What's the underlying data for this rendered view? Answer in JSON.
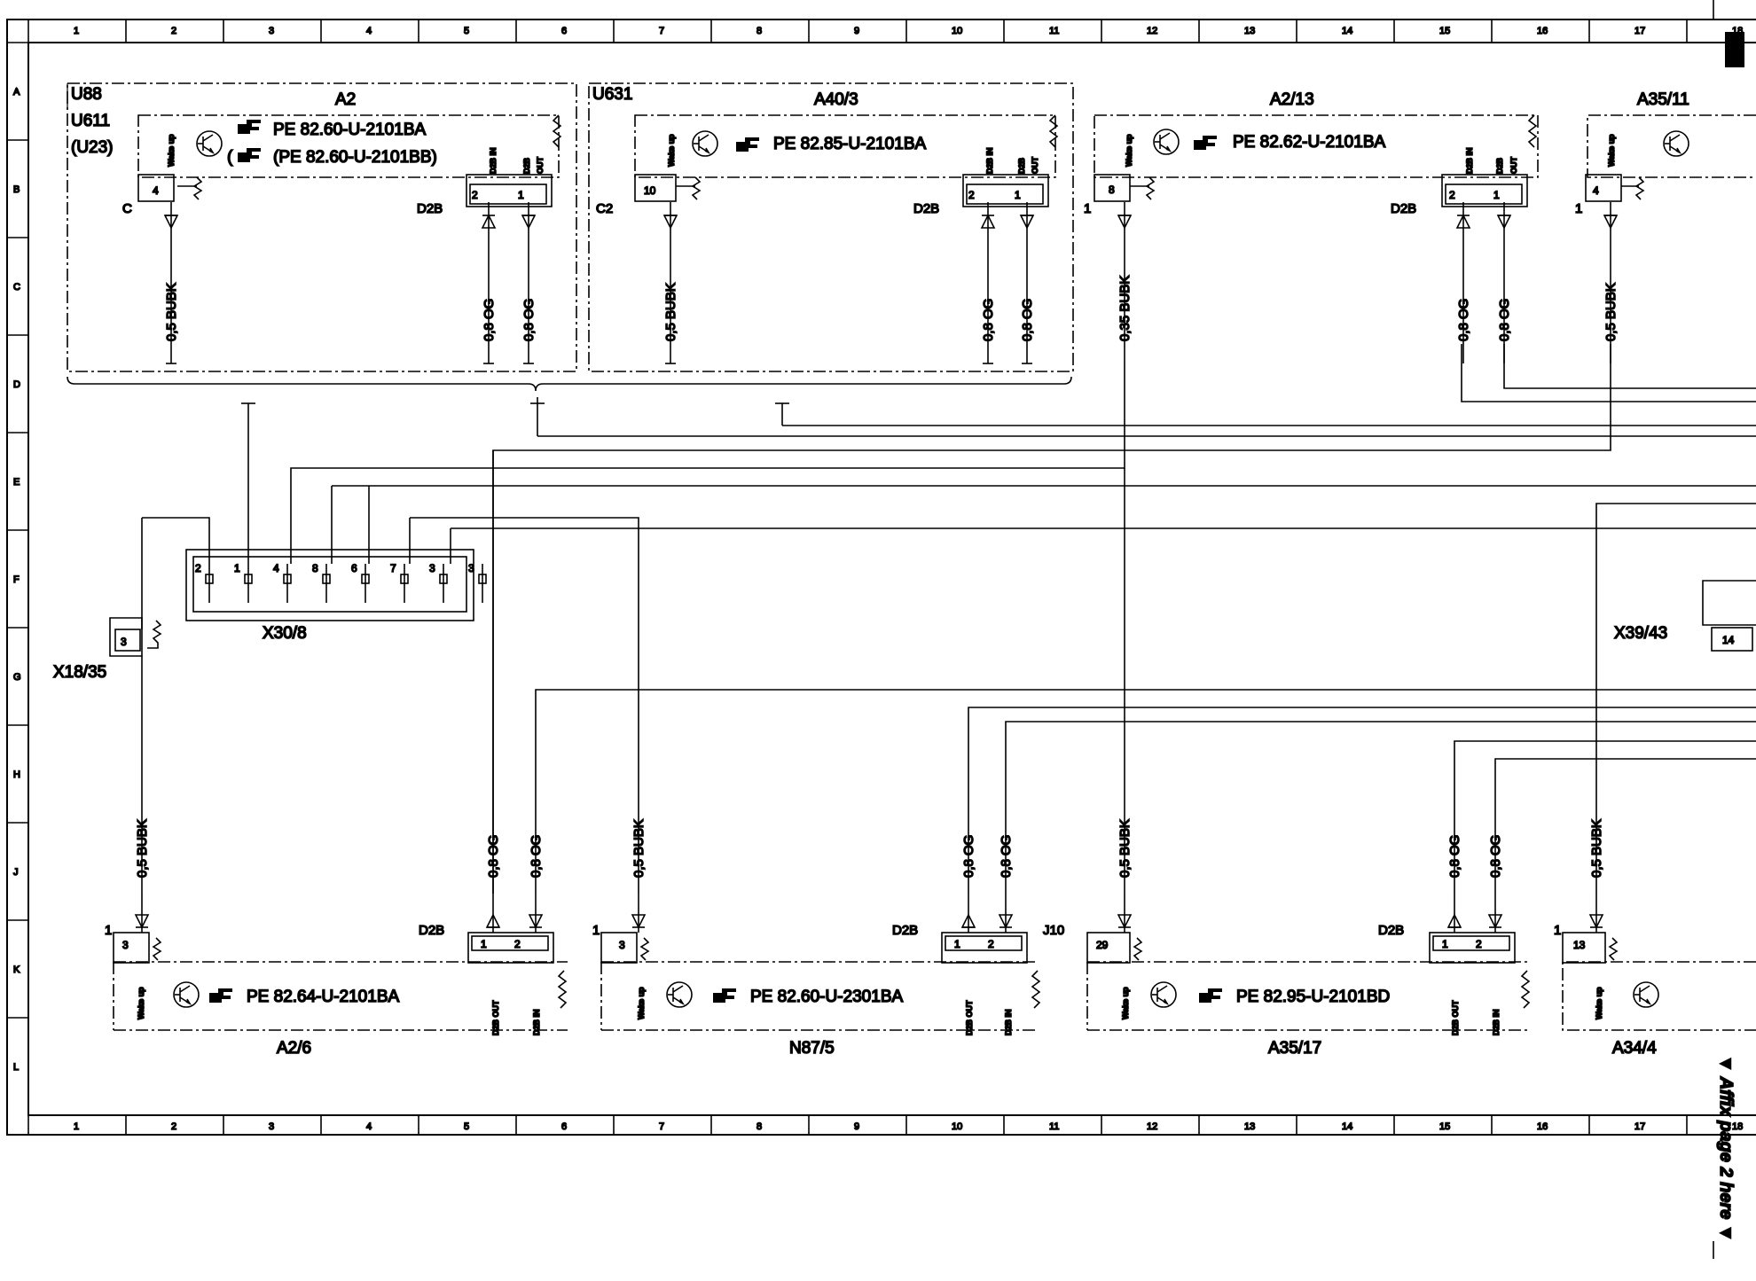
{
  "frame": {
    "column_numbers": [
      "1",
      "2",
      "3",
      "4",
      "5",
      "6",
      "7",
      "8",
      "9",
      "10",
      "11",
      "12",
      "13",
      "14",
      "15",
      "16",
      "17",
      "18"
    ],
    "row_letters": [
      "A",
      "B",
      "C",
      "D",
      "E",
      "F",
      "G",
      "H",
      "J",
      "K",
      "L"
    ]
  },
  "top_modules": [
    {
      "id": "A2",
      "groups": [
        "U88",
        "U611",
        "(U23)"
      ],
      "refs": [
        "PE 82.60-U-2101BA",
        "(PE 82.60-U-2101BB)"
      ],
      "left_pin": "4",
      "left_conn": "C",
      "wakeup": "Wake up",
      "right_conn": "D2B",
      "right_pins": [
        "2",
        "1"
      ],
      "right_labels": [
        "D2B IN",
        "D2B",
        "OUT"
      ]
    },
    {
      "id": "A40/3",
      "groups": [
        "U631"
      ],
      "refs": [
        "PE 82.85-U-2101BA"
      ],
      "left_pin": "10",
      "left_conn": "C2",
      "wakeup": "Wake up",
      "right_conn": "D2B",
      "right_pins": [
        "2",
        "1"
      ],
      "right_labels": [
        "D2B IN",
        "D2B",
        "OUT"
      ]
    },
    {
      "id": "A2/13",
      "refs": [
        "PE 82.62-U-2101BA"
      ],
      "left_pin": "8",
      "left_conn": "1",
      "wakeup": "Wake up",
      "right_conn": "D2B",
      "right_pins": [
        "2",
        "1"
      ],
      "right_labels": [
        "D2B IN",
        "D2B",
        "OUT"
      ]
    },
    {
      "id": "A35/11",
      "refs": [],
      "left_pin": "4",
      "left_conn": "1",
      "wakeup": "Wake up"
    }
  ],
  "top_wires": [
    {
      "label": "0,5 BUBK"
    },
    {
      "label": "0,8 OG"
    },
    {
      "label": "0,8 OG"
    },
    {
      "label": "0,5 BUBK"
    },
    {
      "label": "0,8 OG"
    },
    {
      "label": "0,8 OG"
    },
    {
      "label": "0,35 BUBK"
    },
    {
      "label": "0,8 OG"
    },
    {
      "label": "0,8 OG"
    },
    {
      "label": "0,5 BUBK"
    }
  ],
  "connectors": {
    "x30_8": {
      "name": "X30/8",
      "pins": [
        "2",
        "1",
        "4",
        "8",
        "6",
        "7",
        "3",
        "3"
      ]
    },
    "x18_35": {
      "name": "X18/35",
      "pin": "3"
    },
    "x39_43": {
      "name": "X39/43",
      "pin": "14"
    }
  },
  "bottom_modules": [
    {
      "id": "A2/6",
      "ref": "PE 82.64-U-2101BA",
      "left_pin": "3",
      "left_conn": "1",
      "wakeup": "Wake up",
      "right_conn": "D2B",
      "right_pins": [
        "1",
        "2"
      ],
      "right_labels": [
        "D2B OUT",
        "D2B IN"
      ]
    },
    {
      "id": "N87/5",
      "ref": "PE 82.60-U-2301BA",
      "left_pin": "3",
      "left_conn": "1",
      "wakeup": "Wake up",
      "right_conn": "D2B",
      "right_extra": "J10",
      "right_pins": [
        "1",
        "2"
      ],
      "right_labels": [
        "D2B OUT",
        "D2B IN"
      ]
    },
    {
      "id": "A35/17",
      "ref": "PE 82.95-U-2101BD",
      "left_pin": "29",
      "wakeup": "Wake up",
      "right_conn": "D2B",
      "right_pins": [
        "1",
        "2"
      ],
      "right_labels": [
        "D2B OUT",
        "D2B IN"
      ]
    },
    {
      "id": "A34/4",
      "left_pin": "13",
      "left_conn": "1",
      "wakeup": "Wake up"
    }
  ],
  "bottom_wires": [
    {
      "label": "0,5 BUBK"
    },
    {
      "label": "0,8 OG"
    },
    {
      "label": "0,8 OG"
    },
    {
      "label": "0,5 BUBK"
    },
    {
      "label": "0,8 OG"
    },
    {
      "label": "0,8 OG"
    },
    {
      "label": "0,5 BUBK"
    },
    {
      "label": "0,8 OG"
    },
    {
      "label": "0,8 OG"
    },
    {
      "label": "0,5 BUBK"
    }
  ],
  "affix_note": "▼ Affix page 2 here ▼"
}
